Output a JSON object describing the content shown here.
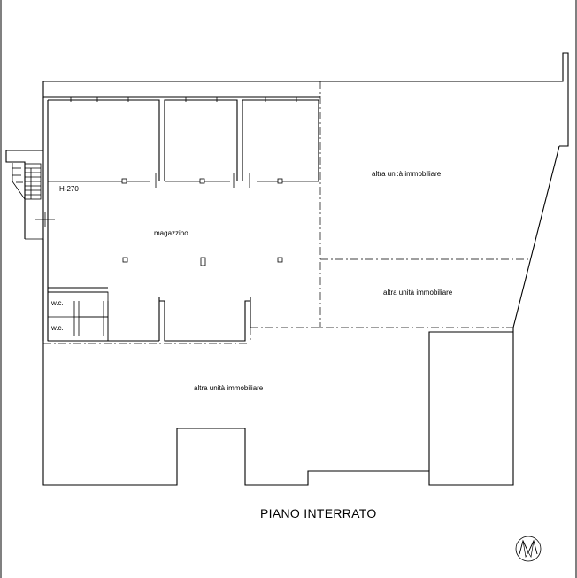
{
  "plan": {
    "title": "PIANO INTERRATO",
    "height_label": "H-270",
    "rooms": {
      "magazzino": "magazzino",
      "wc_1": "w.c.",
      "wc_2": "w.c.",
      "altra_unita_upper_right": "altra uni:à immobiliare",
      "altra_unita_middle_right": "altra unità immobiliare",
      "altra_unita_bottom": "altra unità immobiliare"
    },
    "north_symbol": "north-arrow-icon"
  }
}
